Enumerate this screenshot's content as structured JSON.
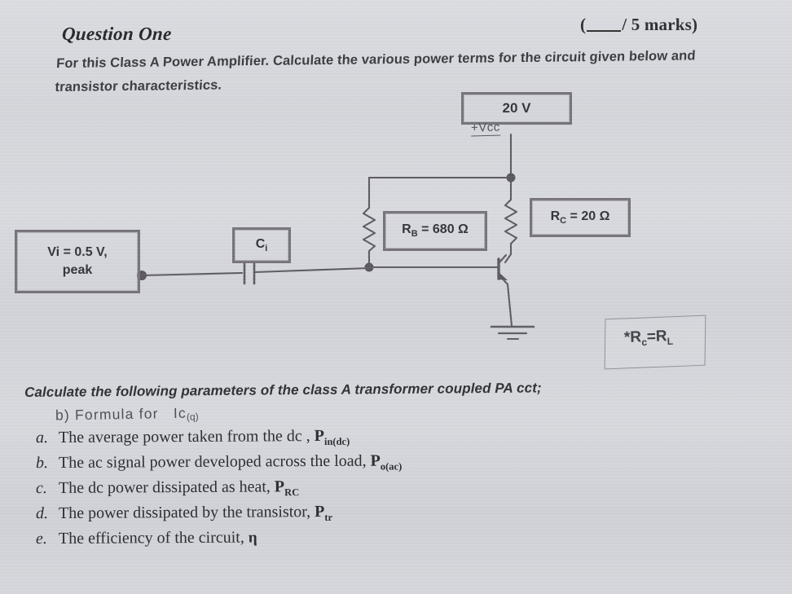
{
  "page": {
    "marks_prefix": "(",
    "marks_text": "/ 5 marks)",
    "title": "Question One",
    "intro": "For this Class A Power Amplifier. Calculate the various power terms for the circuit given below and transistor characteristics.",
    "calculate_line": "Calculate the following parameters of the class A transformer coupled PA cct;"
  },
  "handwriting": {
    "formula_note_marker": "b)",
    "formula_note_text": "Formula for",
    "formula_note_symbol": "Ic",
    "formula_note_symbol_sub": "(q)",
    "vcc_label": "+Vcc",
    "rc_equals_rl": "*R",
    "rc_equals_rl_sub1": "c",
    "rc_equals_rl_mid": "=R",
    "rc_equals_rl_sub2": "L"
  },
  "circuit": {
    "supply_box": {
      "label": "20 V"
    },
    "source_box": {
      "line1": "Vi = 0.5 V,",
      "line2": "peak"
    },
    "cap_box": {
      "label": "C",
      "sub": "i"
    },
    "rb_box": {
      "label": "R",
      "sub": "B",
      "value": " = 680 Ω"
    },
    "rc_box": {
      "label": "R",
      "sub": "C",
      "value": " = 20 Ω"
    },
    "components": [
      {
        "name": "resistor-rb",
        "type": "resistor"
      },
      {
        "name": "resistor-rc",
        "type": "resistor"
      },
      {
        "name": "capacitor-ci",
        "type": "capacitor"
      },
      {
        "name": "transistor-npn",
        "type": "bjt-npn"
      },
      {
        "name": "ground",
        "type": "ground"
      }
    ]
  },
  "questions": [
    {
      "marker": "a.",
      "text": "The average power taken from the dc , ",
      "sym": "P",
      "sub": "in(dc)"
    },
    {
      "marker": "b.",
      "text": "The ac signal power developed across the load, ",
      "sym": "P",
      "sub": "o(ac)"
    },
    {
      "marker": "c.",
      "text": "The dc power dissipated as heat, ",
      "sym": "P",
      "sub": "RC"
    },
    {
      "marker": "d.",
      "text": "The power dissipated by the transistor, ",
      "sym": "P",
      "sub": "tr"
    },
    {
      "marker": "e.",
      "text": "The efficiency of the circuit, ",
      "sym": "η",
      "sub": ""
    }
  ],
  "colors": {
    "paper": "#d5d7dc",
    "ink": "#3a3a3e",
    "wire": "#5e5b63",
    "box_border": "#76737a",
    "pencil": "#4d525b"
  }
}
